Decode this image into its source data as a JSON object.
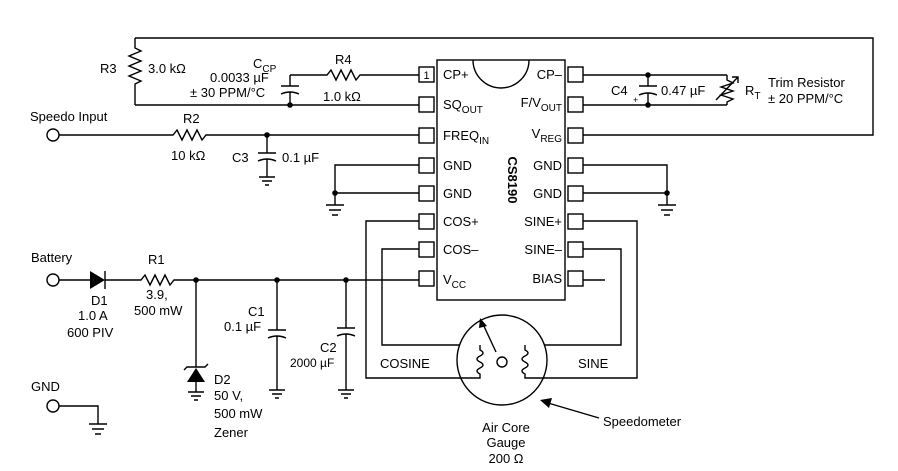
{
  "chip": {
    "name": "CS8190",
    "pin1_number": "1",
    "left_pins": [
      {
        "main": "CP+",
        "sub": ""
      },
      {
        "main": "SQ",
        "sub": "OUT"
      },
      {
        "main": "FREQ",
        "sub": "IN"
      },
      {
        "main": "GND",
        "sub": ""
      },
      {
        "main": "GND",
        "sub": ""
      },
      {
        "main": "COS+",
        "sub": ""
      },
      {
        "main": "COS–",
        "sub": ""
      },
      {
        "main": "V",
        "sub": "CC"
      }
    ],
    "right_pins": [
      {
        "main": "CP–",
        "sub": ""
      },
      {
        "main": "F/V",
        "sub": "OUT"
      },
      {
        "main": "V",
        "sub": "REG"
      },
      {
        "main": "GND",
        "sub": ""
      },
      {
        "main": "GND",
        "sub": ""
      },
      {
        "main": "SINE+",
        "sub": ""
      },
      {
        "main": "SINE–",
        "sub": ""
      },
      {
        "main": "BIAS",
        "sub": ""
      }
    ]
  },
  "components": {
    "r3": {
      "ref": "R3",
      "value": "3.0 kΩ"
    },
    "ccp": {
      "ref_main": "C",
      "ref_sub": "CP",
      "value": "0.0033 µF",
      "tc": "± 30 PPM/°C"
    },
    "r4": {
      "ref": "R4",
      "value": "1.0 kΩ"
    },
    "r2": {
      "ref": "R2",
      "value": "10 kΩ"
    },
    "c3": {
      "ref": "C3",
      "value": "0.1 µF"
    },
    "c4": {
      "ref": "C4",
      "value": "0.47 µF",
      "polarity": "+"
    },
    "rt": {
      "ref_main": "R",
      "ref_sub": "T",
      "name": "Trim Resistor",
      "tc": "± 20 PPM/°C"
    },
    "r1": {
      "ref": "R1",
      "value_line1": "3.9,",
      "value_line2": "500 mW"
    },
    "d1": {
      "ref": "D1",
      "line1": "1.0 A",
      "line2": "600 PIV"
    },
    "d2": {
      "ref": "D2",
      "line1": "50 V,",
      "line2": "500 mW",
      "line3": "Zener"
    },
    "c1": {
      "ref": "C1",
      "value": "0.1 µF"
    },
    "c2": {
      "ref": "C2",
      "value": "2000 µF"
    }
  },
  "labels": {
    "speedo_input": "Speedo Input",
    "battery": "Battery",
    "gnd": "GND",
    "cosine": "COSINE",
    "sine": "SINE",
    "speedometer": "Speedometer",
    "gauge_line1": "Air Core",
    "gauge_line2": "Gauge",
    "gauge_line3": "200 Ω"
  }
}
